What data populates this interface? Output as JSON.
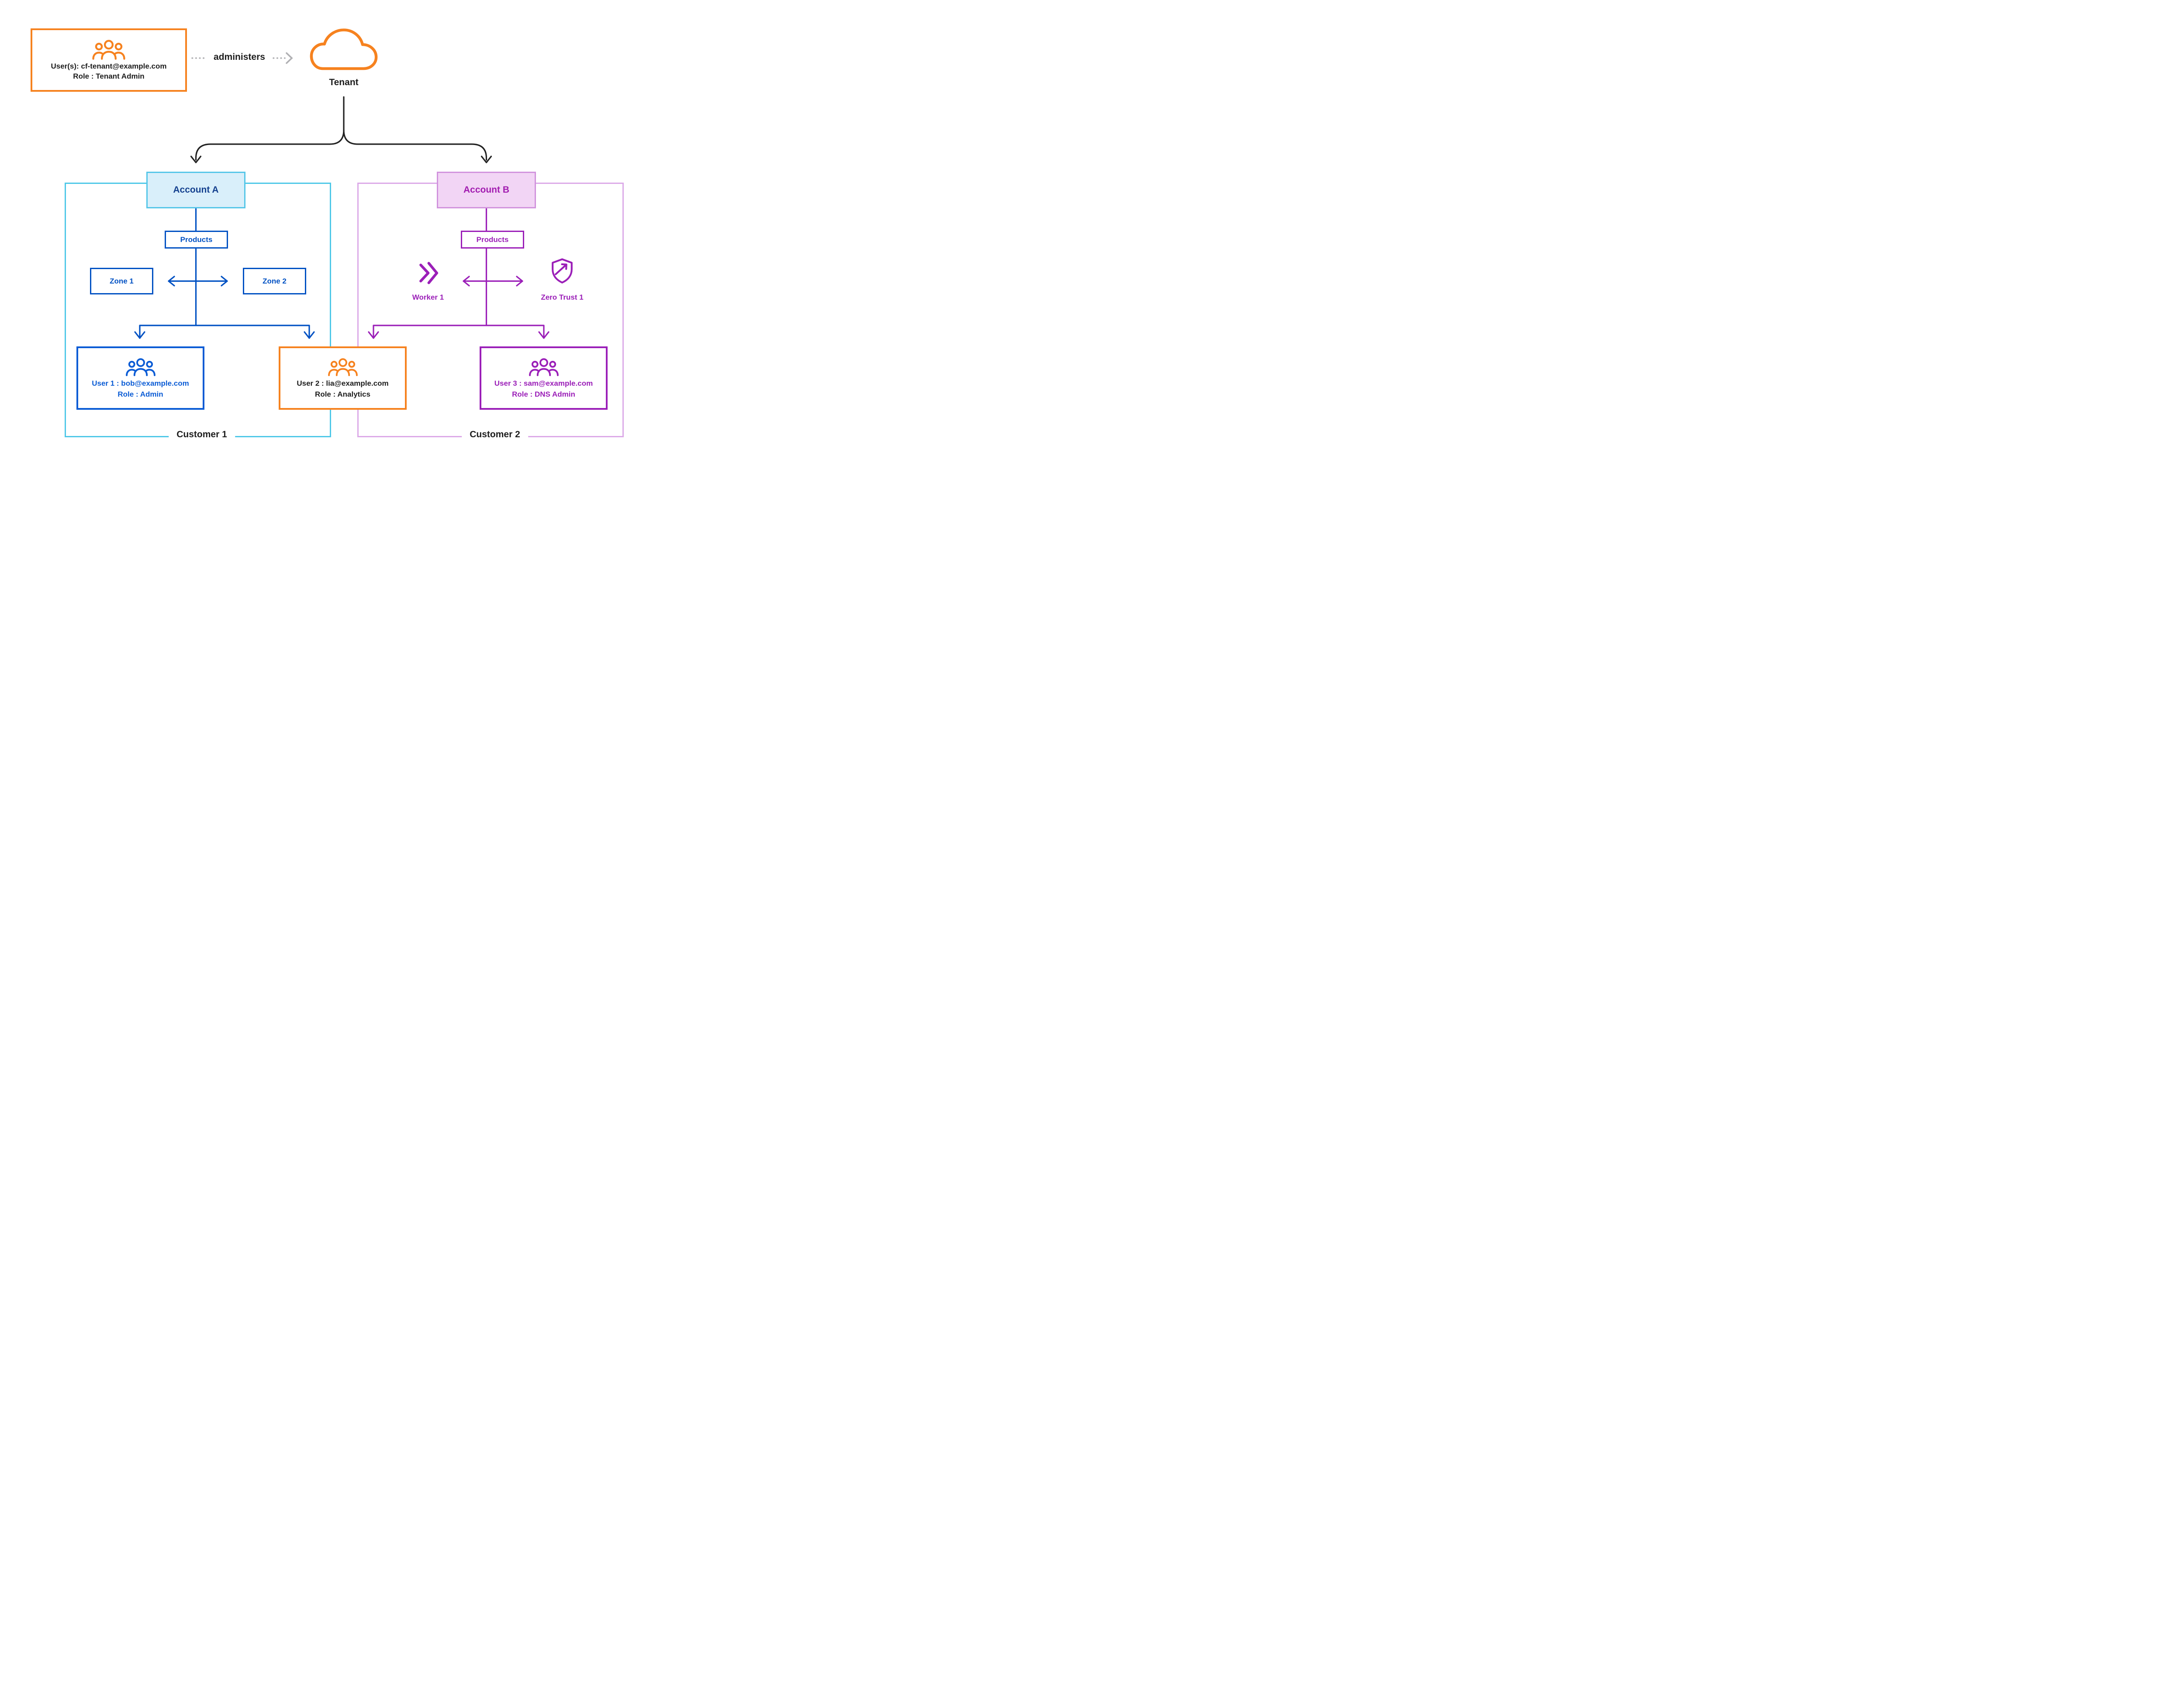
{
  "colors": {
    "orange": "#f6821f",
    "blue": "#0051c3",
    "user_blue": "#0b5cd5",
    "purple": "#9b1fb8",
    "cyan_region_border": "#4fc8e8",
    "purple_region_border": "#dcaae8",
    "account_a_fill": "#d9effa",
    "account_a_border": "#55c6e8",
    "account_a_text": "#15418f",
    "account_b_fill": "#f2d5f5",
    "account_b_border": "#d193dd",
    "account_b_text": "#a21cb0",
    "black_line": "#222222",
    "gray_dotted": "#b0b0b3",
    "text_black": "#1d1d1d"
  },
  "icons": {
    "tenant_admin": "users-group-icon",
    "cloud": "cloud-icon",
    "worker": "code-chevrons-icon",
    "zero_trust": "shield-arrow-icon",
    "user1": "users-group-icon",
    "user2": "users-group-icon",
    "user3": "users-group-icon",
    "administers_arrow": "dotted-arrow-right-icon"
  },
  "tenant_admin_box": {
    "line1": "User(s): cf-tenant@example.com",
    "line2": "Role : Tenant Admin"
  },
  "administers_label": "administers",
  "tenant_label": "Tenant",
  "account_a": {
    "label": "Account A"
  },
  "account_b": {
    "label": "Account B"
  },
  "products_a": "Products",
  "products_b": "Products",
  "zone1": "Zone 1",
  "zone2": "Zone 2",
  "worker_label": "Worker 1",
  "zero_trust_label": "Zero Trust 1",
  "user1": {
    "line1": "User 1 : bob@example.com",
    "line2": "Role : Admin"
  },
  "user2": {
    "line1": "User 2 : lia@example.com",
    "line2": "Role : Analytics"
  },
  "user3": {
    "line1": "User 3 : sam@example.com",
    "line2": "Role : DNS Admin"
  },
  "customer1_label": "Customer 1",
  "customer2_label": "Customer 2"
}
